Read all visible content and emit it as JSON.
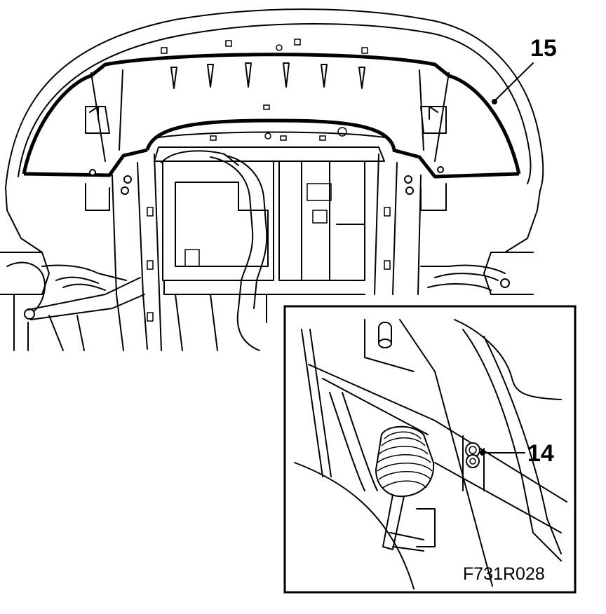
{
  "callouts": {
    "bumper_cover": "15",
    "screw": "14"
  },
  "figure_code": "F731R028"
}
